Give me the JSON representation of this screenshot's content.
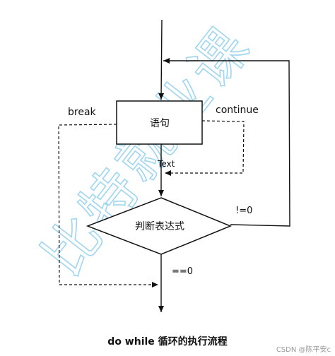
{
  "diagram": {
    "nodes": {
      "statement": "语句",
      "condition": "判断表达式"
    },
    "edge_labels": {
      "break": "break",
      "continue": "continue",
      "text": "Text",
      "true_branch": "!=0",
      "false_branch": "==0"
    },
    "caption": "do while 循环的执行流程"
  },
  "watermark": {
    "text": "比特就业课",
    "color": "#7fc8ec"
  },
  "footer": {
    "credit": "CSDN @陈平安c"
  }
}
